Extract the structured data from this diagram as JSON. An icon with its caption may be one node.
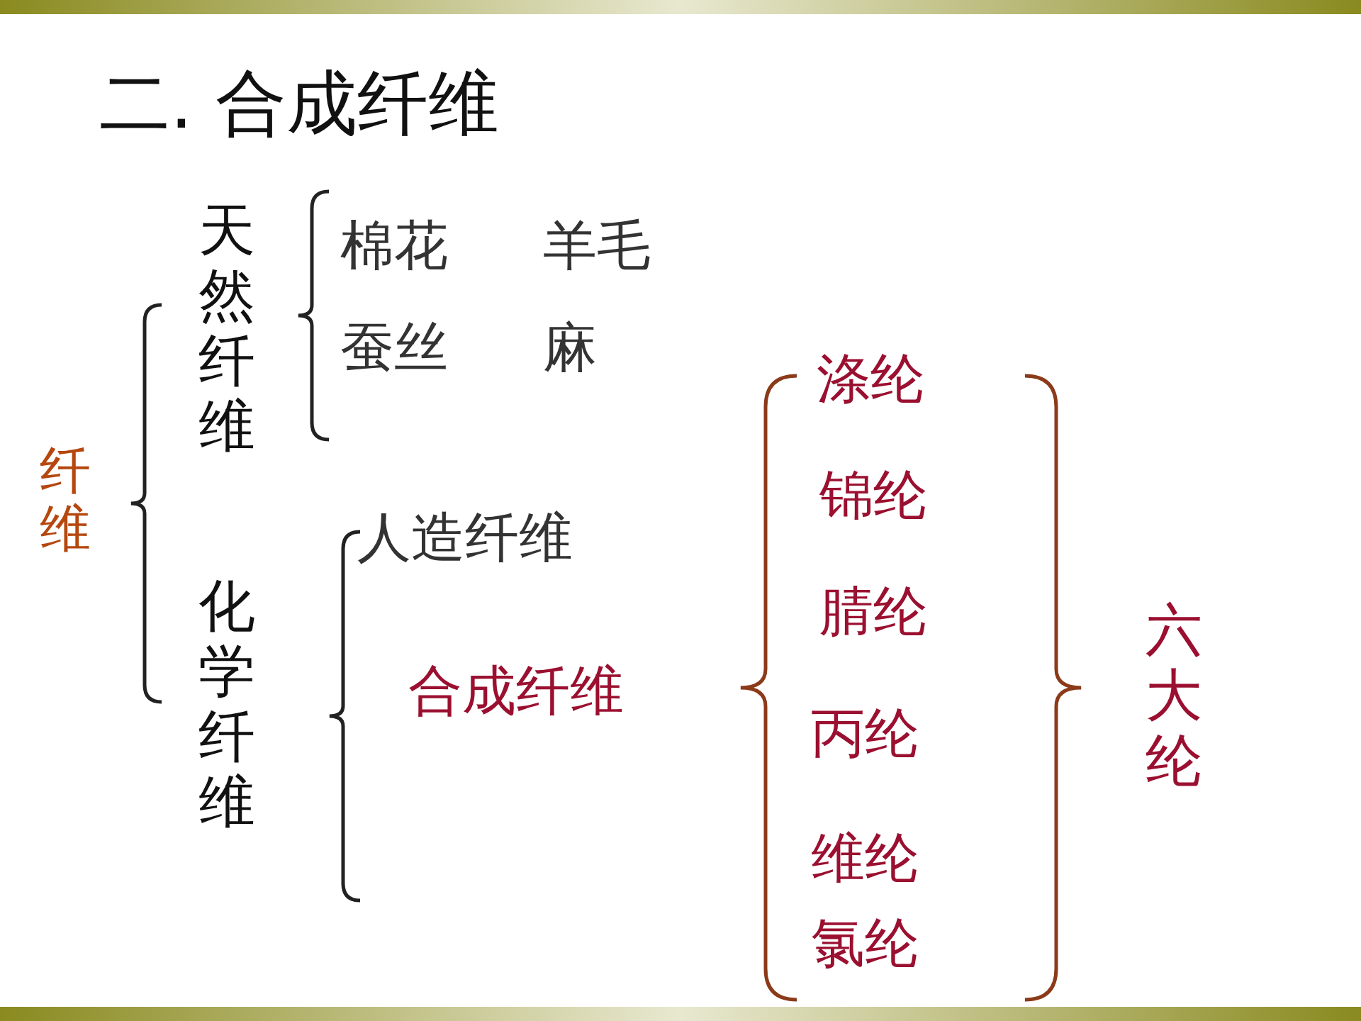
{
  "diagram": {
    "title": "二. 合成纤维",
    "labels": [
      "纤维",
      "天然纤维",
      "棉花",
      "羊毛",
      "蚕丝",
      "麻",
      "化学纤维",
      "人造纤维",
      "合成纤维",
      "涤纶",
      "锦纶",
      "腈纶",
      "丙纶",
      "维纶",
      "氯纶",
      "六大纶"
    ]
  }
}
